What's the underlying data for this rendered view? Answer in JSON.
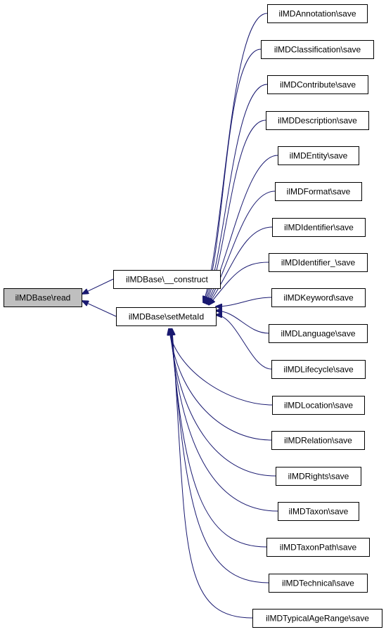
{
  "diagram": {
    "edge_color": "#191970",
    "highlight_fill": "#bfbfbf",
    "node_fill": "#ffffff",
    "nodes": [
      {
        "id": "read",
        "label": "ilMDBase\\read",
        "highlighted": true
      },
      {
        "id": "construct",
        "label": "ilMDBase\\__construct"
      },
      {
        "id": "setMetaId",
        "label": "ilMDBase\\setMetaId"
      },
      {
        "id": "annotation",
        "label": "ilMDAnnotation\\save"
      },
      {
        "id": "classification",
        "label": "ilMDClassification\\save"
      },
      {
        "id": "contribute",
        "label": "ilMDContribute\\save"
      },
      {
        "id": "description",
        "label": "ilMDDescription\\save"
      },
      {
        "id": "entity",
        "label": "ilMDEntity\\save"
      },
      {
        "id": "format",
        "label": "ilMDFormat\\save"
      },
      {
        "id": "identifier",
        "label": "ilMDIdentifier\\save"
      },
      {
        "id": "identifier_",
        "label": "ilMDIdentifier_\\save"
      },
      {
        "id": "keyword",
        "label": "ilMDKeyword\\save"
      },
      {
        "id": "language",
        "label": "ilMDLanguage\\save"
      },
      {
        "id": "lifecycle",
        "label": "ilMDLifecycle\\save"
      },
      {
        "id": "location",
        "label": "ilMDLocation\\save"
      },
      {
        "id": "relation",
        "label": "ilMDRelation\\save"
      },
      {
        "id": "rights",
        "label": "ilMDRights\\save"
      },
      {
        "id": "taxon",
        "label": "ilMDTaxon\\save"
      },
      {
        "id": "taxonpath",
        "label": "ilMDTaxonPath\\save"
      },
      {
        "id": "technical",
        "label": "ilMDTechnical\\save"
      },
      {
        "id": "typicalagerange",
        "label": "ilMDTypicalAgeRange\\save"
      }
    ],
    "edges": [
      {
        "from": "construct",
        "to": "read"
      },
      {
        "from": "setMetaId",
        "to": "read"
      },
      {
        "from": "annotation",
        "to": "setMetaId"
      },
      {
        "from": "classification",
        "to": "setMetaId"
      },
      {
        "from": "contribute",
        "to": "setMetaId"
      },
      {
        "from": "description",
        "to": "setMetaId"
      },
      {
        "from": "entity",
        "to": "setMetaId"
      },
      {
        "from": "format",
        "to": "setMetaId"
      },
      {
        "from": "identifier",
        "to": "setMetaId"
      },
      {
        "from": "identifier_",
        "to": "setMetaId"
      },
      {
        "from": "keyword",
        "to": "setMetaId"
      },
      {
        "from": "language",
        "to": "setMetaId"
      },
      {
        "from": "lifecycle",
        "to": "setMetaId"
      },
      {
        "from": "location",
        "to": "setMetaId"
      },
      {
        "from": "relation",
        "to": "setMetaId"
      },
      {
        "from": "rights",
        "to": "setMetaId"
      },
      {
        "from": "taxon",
        "to": "setMetaId"
      },
      {
        "from": "taxonpath",
        "to": "setMetaId"
      },
      {
        "from": "technical",
        "to": "setMetaId"
      },
      {
        "from": "typicalagerange",
        "to": "setMetaId"
      }
    ]
  }
}
